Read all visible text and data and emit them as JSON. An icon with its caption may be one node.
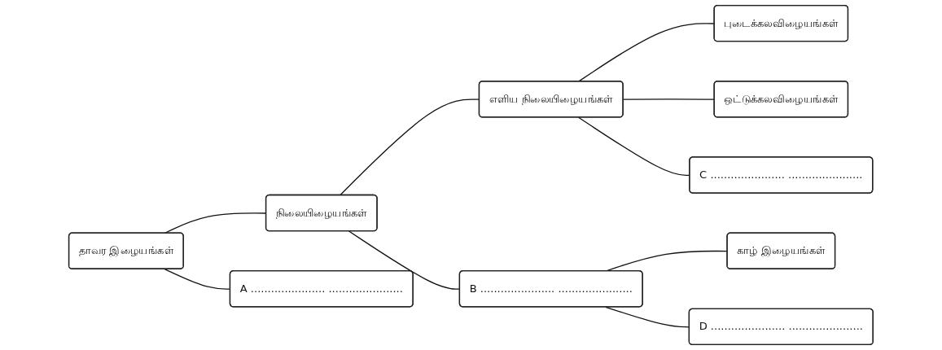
{
  "diagram": {
    "nodes": [
      {
        "text": [
          "தாவர இழையங்கள்"
        ]
      },
      {
        "text": [
          "நிலையிழையங்கள்"
        ]
      },
      {
        "text": [
          "A ...................... ......................"
        ]
      },
      {
        "text": [
          "எளிய நிலையிழையங்கள்"
        ]
      },
      {
        "text": [
          "B ...................... ......................"
        ]
      },
      {
        "text": [
          "புடைக்கலவிழையங்கள்"
        ]
      },
      {
        "text": [
          "ஒட்டுக்கலவிழையங்கள்"
        ]
      },
      {
        "text": [
          "C ...................... ......................"
        ]
      },
      {
        "text": [
          "காழ் இழையங்கள்"
        ]
      },
      {
        "text": [
          "D ...................... ......................"
        ]
      }
    ],
    "edges": [
      {
        "from": 0,
        "to": 1,
        "arrow": "none"
      },
      {
        "from": 0,
        "to": 2,
        "arrow": "none"
      },
      {
        "from": 1,
        "to": 3,
        "arrow": "none"
      },
      {
        "from": 1,
        "to": 4,
        "arrow": "none"
      },
      {
        "from": 3,
        "to": 5,
        "arrow": "none"
      },
      {
        "from": 3,
        "to": 6,
        "arrow": "none"
      },
      {
        "from": 3,
        "to": 7,
        "arrow": "none"
      },
      {
        "from": 4,
        "to": 8,
        "arrow": "none"
      },
      {
        "from": 4,
        "to": 9,
        "arrow": "none"
      }
    ]
  }
}
